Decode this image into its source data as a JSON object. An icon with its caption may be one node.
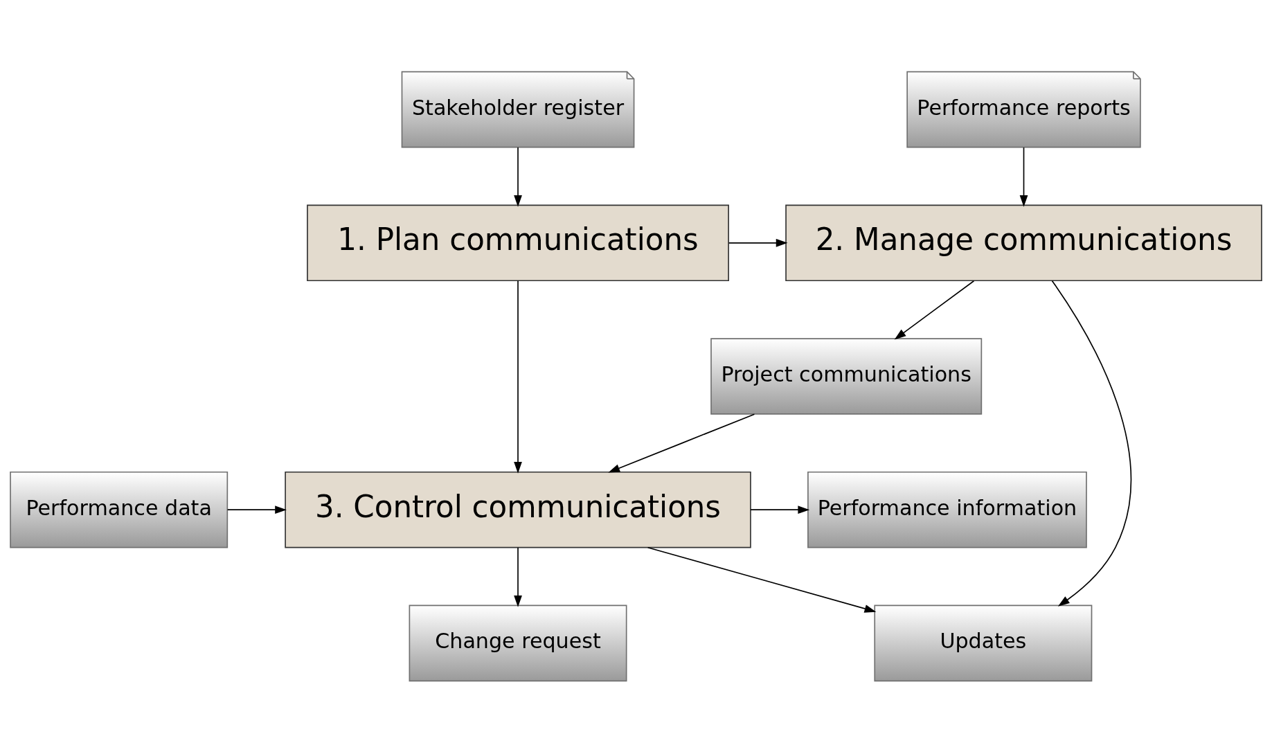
{
  "diagram": {
    "nodes": [
      {
        "text": [
          "Stakeholder register"
        ]
      },
      {
        "text": [
          "Performance reports"
        ]
      },
      {
        "text": [
          "1. Plan communications"
        ]
      },
      {
        "text": [
          "2. Manage communications"
        ]
      },
      {
        "text": [
          "Project communications"
        ]
      },
      {
        "text": [
          "Updates"
        ]
      },
      {
        "text": [
          "Performance data"
        ]
      },
      {
        "text": [
          "3. Control communications"
        ]
      },
      {
        "text": [
          "Performance information"
        ]
      },
      {
        "text": [
          "Change request"
        ]
      }
    ],
    "edges": [
      {
        "from": 0,
        "to": 2,
        "arrow": "to"
      },
      {
        "from": 1,
        "to": 3,
        "arrow": "to"
      },
      {
        "from": 2,
        "to": 3,
        "arrow": "to"
      },
      {
        "from": 3,
        "to": 4,
        "arrow": "to"
      },
      {
        "from": 3,
        "to": 5,
        "arrow": "to"
      },
      {
        "from": 2,
        "to": 7,
        "arrow": "to"
      },
      {
        "from": 4,
        "to": 7,
        "arrow": "to"
      },
      {
        "from": 6,
        "to": 7,
        "arrow": "to"
      },
      {
        "from": 7,
        "to": 5,
        "arrow": "to"
      },
      {
        "from": 7,
        "to": 8,
        "arrow": "to"
      },
      {
        "from": 7,
        "to": 9,
        "arrow": "to"
      }
    ]
  }
}
